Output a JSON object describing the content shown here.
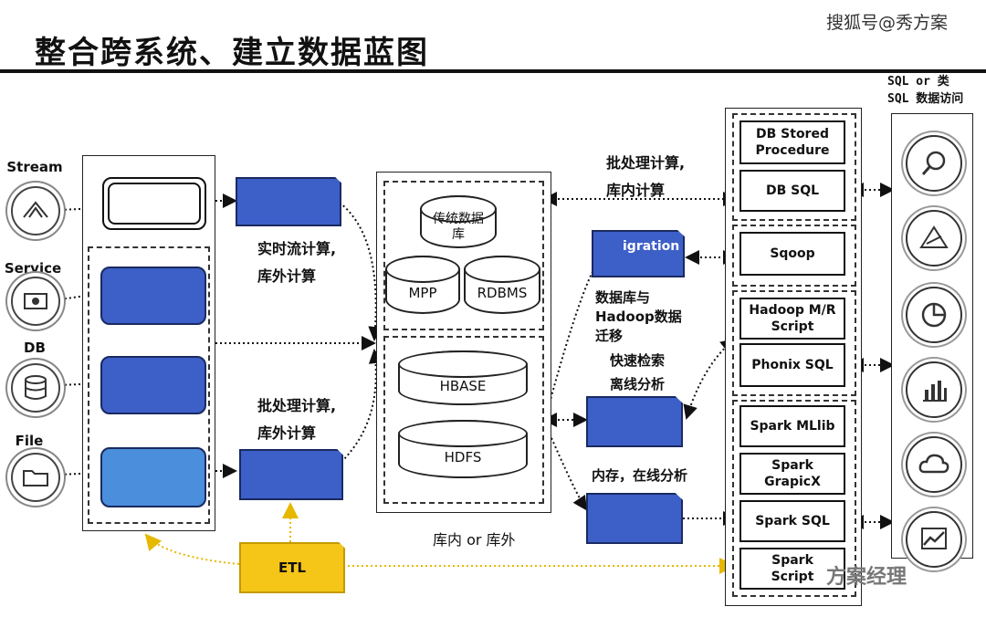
{
  "header": {
    "title": "整合跨系统、建立数据蓝图",
    "watermark_top": "搜狐号@秀方案",
    "watermark_bottom": "方案经理"
  },
  "sources": {
    "stream": "Stream",
    "service": "Service",
    "db": "DB",
    "file": "File"
  },
  "annotations": {
    "realtime": [
      "实时流计算,",
      "库外计算"
    ],
    "batch_out": [
      "批处理计算,",
      "库外计算"
    ],
    "batch_in": [
      "批处理计算,",
      "库内计算"
    ],
    "migration_desc": [
      "数据库与",
      "Hadoop数据",
      "迁移"
    ],
    "search": [
      "快速检索",
      "离线分析"
    ],
    "inmemory": "内存，在线分析",
    "in_or_out": "库内  or  库外",
    "sql_access": [
      "SQL  or  类",
      "SQL 数据访问"
    ]
  },
  "boxes": {
    "migration": "igration",
    "etl": "ETL"
  },
  "storage": {
    "traditional": "传统数据库",
    "mpp": "MPP",
    "rdbms": "RDBMS",
    "hbase": "HBASE",
    "hdfs": "HDFS"
  },
  "tools": {
    "db_stored": "DB Stored Procedure",
    "db_sql": "DB SQL",
    "sqoop": "Sqoop",
    "hadoop_mr": "Hadoop M/R Script",
    "phonix": "Phonix SQL",
    "spark_mllib": "Spark MLlib",
    "spark_graphx": "Spark GrapicX",
    "spark_sql": "Spark SQL",
    "spark_script": "Spark Script"
  },
  "icons": [
    "search-icon",
    "network-icon",
    "pie-chart-icon",
    "bar-chart-icon",
    "cloud-icon",
    "line-chart-icon"
  ],
  "colors": {
    "blue": "#3d5fc8",
    "yellow": "#f5c518"
  }
}
